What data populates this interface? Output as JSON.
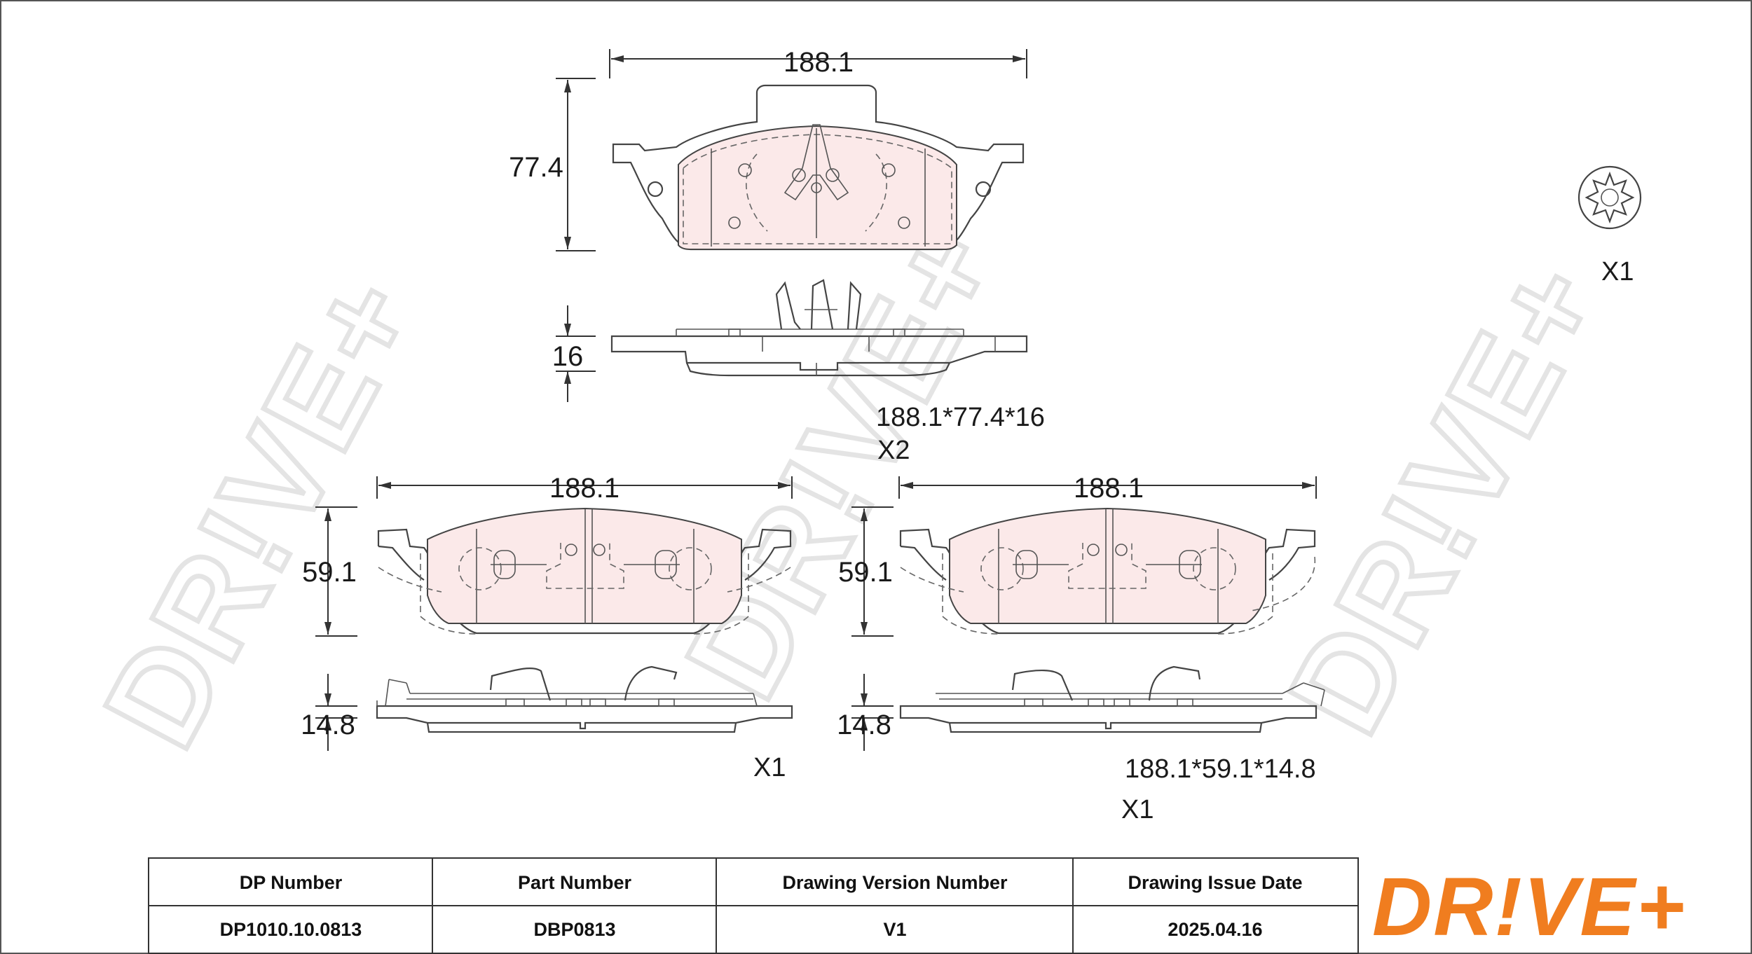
{
  "watermark": {
    "text": "DR!VE+"
  },
  "top_pad": {
    "width_label": "188.1",
    "height_label": "77.4",
    "thickness_label": "16",
    "size_text": "188.1*77.4*16",
    "qty_text": "X2"
  },
  "clip": {
    "qty_text": "X1"
  },
  "bottom_left_pad": {
    "width_label": "188.1",
    "height_label": "59.1",
    "thickness_label": "14.8",
    "qty_text": "X1"
  },
  "bottom_right_pad": {
    "width_label": "188.1",
    "height_label": "59.1",
    "thickness_label": "14.8",
    "size_text": "188.1*59.1*14.8",
    "qty_text": "X1"
  },
  "table": {
    "headers": [
      "DP Number",
      "Part Number",
      "Drawing Version Number",
      "Drawing Issue Date"
    ],
    "values": [
      "DP1010.10.0813",
      "DBP0813",
      "V1",
      "2025.04.16"
    ]
  },
  "logo": {
    "text": "DR!VE+",
    "color": "#f07d1f"
  },
  "colors": {
    "pad_fill": "#fbe9e9",
    "line": "#444444",
    "watermark": "#e4e4e4"
  }
}
